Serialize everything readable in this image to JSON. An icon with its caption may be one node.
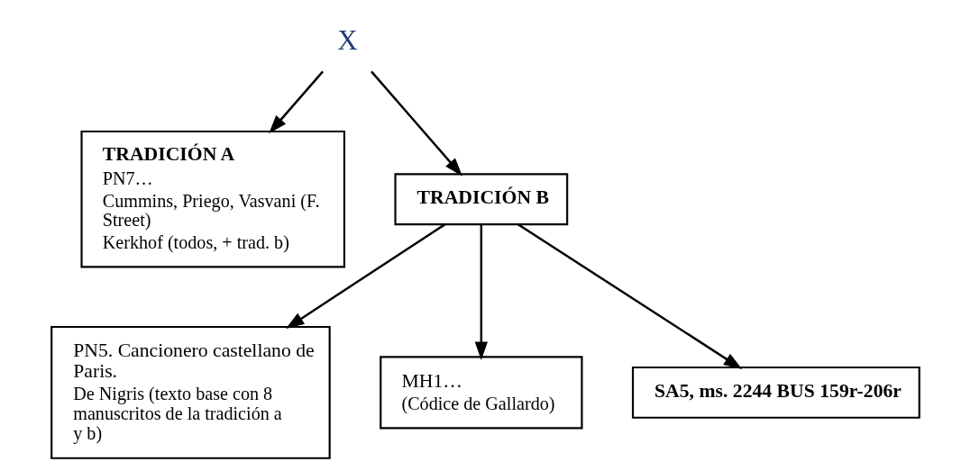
{
  "diagram": {
    "nodes": [
      {
        "text": [
          "X"
        ]
      },
      {
        "text": [
          "TRADICIÓN A",
          "PN7…",
          "Cummins, Priego, Vasvani (F. Street)",
          "Kerkhof (todos, + trad. b)"
        ]
      },
      {
        "text": [
          "TRADICIÓN B"
        ]
      },
      {
        "text": [
          "PN5. Cancionero castellano de Paris.",
          "De Nigris (texto base con 8 manuscritos de la tradición a y b)"
        ]
      },
      {
        "text": [
          "MH1…",
          "(Códice de Gallardo)"
        ]
      },
      {
        "text": [
          "SA5, ms. 2244 BUS 159r-206r"
        ]
      }
    ],
    "edges": [
      {
        "from": 0,
        "to": 1,
        "arrow": "to"
      },
      {
        "from": 0,
        "to": 2,
        "arrow": "to"
      },
      {
        "from": 2,
        "to": 3,
        "arrow": "to"
      },
      {
        "from": 2,
        "to": 4,
        "arrow": "to"
      },
      {
        "from": 2,
        "to": 5,
        "arrow": "to"
      }
    ]
  }
}
